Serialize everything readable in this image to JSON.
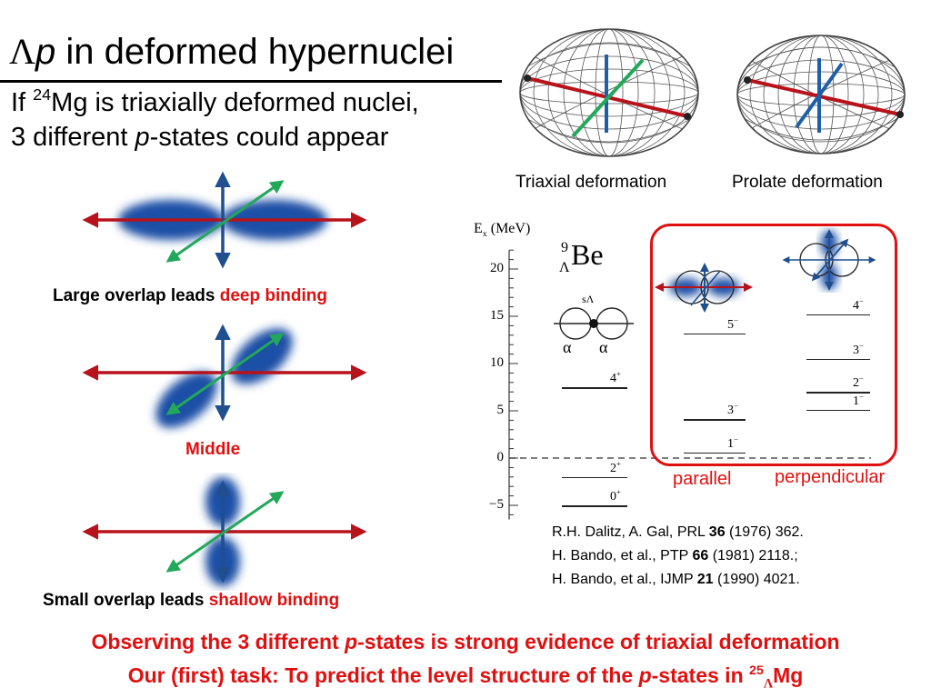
{
  "title": {
    "lambda": "Λ",
    "p": "p",
    "rest": " in deformed hypernuclei"
  },
  "subtitle": {
    "l1_pre": "If ",
    "l1_mass": "24",
    "l1_post": "Mg is triaxially deformed nuclei,",
    "l2_pre": "3 different ",
    "l2_p": "p",
    "l2_post": "-states could appear"
  },
  "shapes": {
    "triaxial": "Triaxial deformation",
    "prolate": "Prolate deformation"
  },
  "overlap": {
    "large": {
      "pre": "Large overlap leads ",
      "highlight": "deep binding"
    },
    "middle": "Middle",
    "small": {
      "pre": "Small overlap leads ",
      "highlight": "shallow binding"
    }
  },
  "level_scheme": {
    "ylabel": "E",
    "ylabel_sub": "x",
    "ylabel_unit": " (MeV)",
    "nucleus": {
      "mass": "9",
      "hyperon": "Λ",
      "element": "Be"
    },
    "ticks": [
      "20",
      "15",
      "10",
      "5",
      "0",
      "−5"
    ],
    "alpha": "α",
    "s_lambda": "sΛ",
    "ground_band": [
      {
        "label": "4",
        "parity": "+",
        "energy": 7.5
      },
      {
        "label": "2",
        "parity": "+",
        "energy": -2
      },
      {
        "label": "0",
        "parity": "+",
        "energy": -5
      }
    ],
    "parallel_band": [
      {
        "label": "5",
        "parity": "−",
        "energy": 13.2
      },
      {
        "label": "3",
        "parity": "−",
        "energy": 4.1
      },
      {
        "label": "1",
        "parity": "−",
        "energy": 0.6
      }
    ],
    "perpendicular_band": [
      {
        "label": "4",
        "parity": "−",
        "energy": 15.2
      },
      {
        "label": "3",
        "parity": "−",
        "energy": 10.5
      },
      {
        "label": "2",
        "parity": "−",
        "energy": 7.0
      },
      {
        "label": "1",
        "parity": "−",
        "energy": 5.1
      }
    ],
    "parallel_label": "parallel",
    "perpendicular_label": "perpendicular"
  },
  "references": {
    "r1": {
      "pre": "R.H. Dalitz, A. Gal, PRL ",
      "vol": "36",
      "post": " (1976) 362."
    },
    "r2": {
      "pre": "H. Bando, et al., PTP ",
      "vol": "66",
      "post": " (1981) 2118.;"
    },
    "r3": {
      "pre": "H. Bando, et al., IJMP ",
      "vol": "21",
      "post": " (1990) 4021."
    }
  },
  "conclusion": {
    "l1_pre": "Observing the 3 different ",
    "l1_p": "p",
    "l1_post": "-states is strong evidence of triaxial deformation",
    "l2_pre": "Our (first) task: To predict the level structure of the ",
    "l2_p": "p",
    "l2_mid": "-states in ",
    "l2_mass": "25",
    "l2_hyperon": "Λ",
    "l2_element": "Mg"
  },
  "colors": {
    "red_axis": "#b8121b",
    "blue_axis": "#1f5fa8",
    "green_axis": "#23a85a",
    "blob": "#1d4fa6",
    "text_red": "#e01010"
  }
}
